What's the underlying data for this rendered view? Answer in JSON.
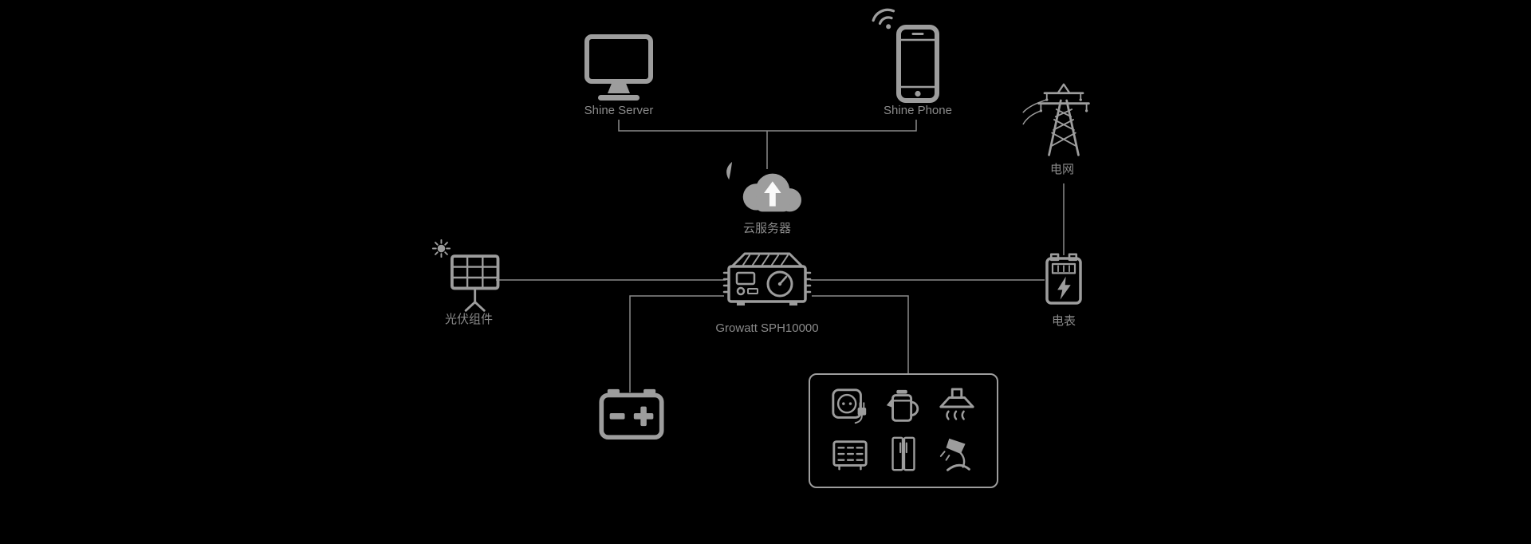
{
  "diagram": {
    "name": "growatt-sph10000-system-topology",
    "colors": {
      "background": "#000000",
      "icon": "#9d9d9d",
      "line": "#8a8a8a",
      "label": "#8a8a8a",
      "arrow": "#fafafa"
    },
    "nodes": {
      "shine_server": {
        "label": "Shine Server",
        "icon": "monitor-icon"
      },
      "shine_phone": {
        "label": "Shine Phone",
        "icon": "smartphone-icon"
      },
      "cloud_server": {
        "label": "云服务器",
        "icon": "cloud-upload-icon"
      },
      "inverter": {
        "label": "Growatt SPH10000",
        "icon": "inverter-icon"
      },
      "pv_module": {
        "label": "光伏组件",
        "icon": "solar-panel-icon"
      },
      "power_grid": {
        "label": "电网",
        "icon": "transmission-tower-icon"
      },
      "energy_meter": {
        "label": "电表",
        "icon": "electric-meter-icon"
      },
      "battery": {
        "label": "",
        "icon": "battery-icon"
      },
      "household_loads": {
        "label": "",
        "icon": "appliances-group"
      }
    },
    "appliances": [
      "power-socket",
      "kettle",
      "range-hood",
      "heater",
      "refrigerator",
      "desk-lamp"
    ],
    "edges": [
      "shine_server - cloud_server",
      "shine_phone - cloud_server",
      "pv_module - inverter",
      "inverter - energy_meter",
      "power_grid - energy_meter",
      "inverter - battery",
      "inverter - household_loads"
    ]
  }
}
